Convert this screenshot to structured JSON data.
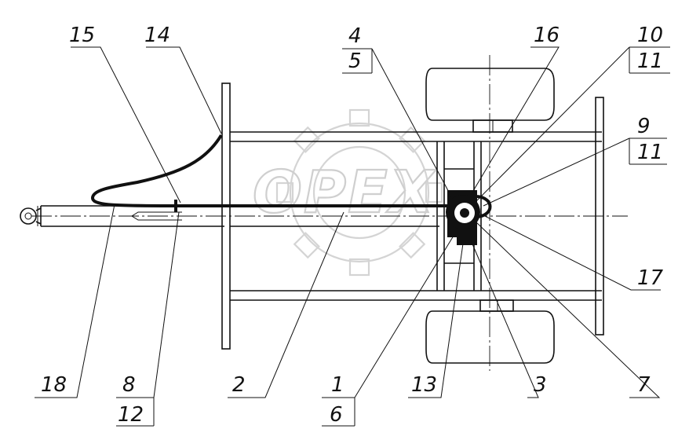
{
  "watermark": {
    "text": "OPEX"
  },
  "callouts": {
    "c15": "15",
    "c14": "14",
    "c4": "4",
    "c5": "5",
    "c16": "16",
    "c10": "10",
    "c11a": "11",
    "c9": "9",
    "c11b": "11",
    "c17": "17",
    "c18": "18",
    "c8": "8",
    "c12": "12",
    "c2": "2",
    "c1": "1",
    "c6": "6",
    "c13": "13",
    "c3": "3",
    "c7": "7"
  }
}
